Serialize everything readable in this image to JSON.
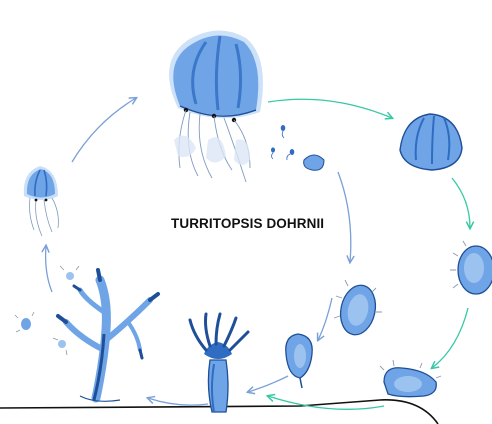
{
  "title": "TURRITOPSIS DOHRNII",
  "colors": {
    "jelly_fill": "#6fa5e6",
    "jelly_dark": "#2f6cc2",
    "jelly_light": "#bcd7f6",
    "arrow_teal": "#34c9a4",
    "arrow_blue": "#7aa0d8",
    "polyp_dark": "#1f4f98",
    "outline": "#111111"
  },
  "stages": [
    {
      "name": "adult-medusa"
    },
    {
      "name": "degenerating-medusa"
    },
    {
      "name": "cyst-1"
    },
    {
      "name": "cyst-2"
    },
    {
      "name": "stolon-cyst"
    },
    {
      "name": "young-polyp"
    },
    {
      "name": "polyp-colony"
    },
    {
      "name": "young-medusa"
    }
  ]
}
